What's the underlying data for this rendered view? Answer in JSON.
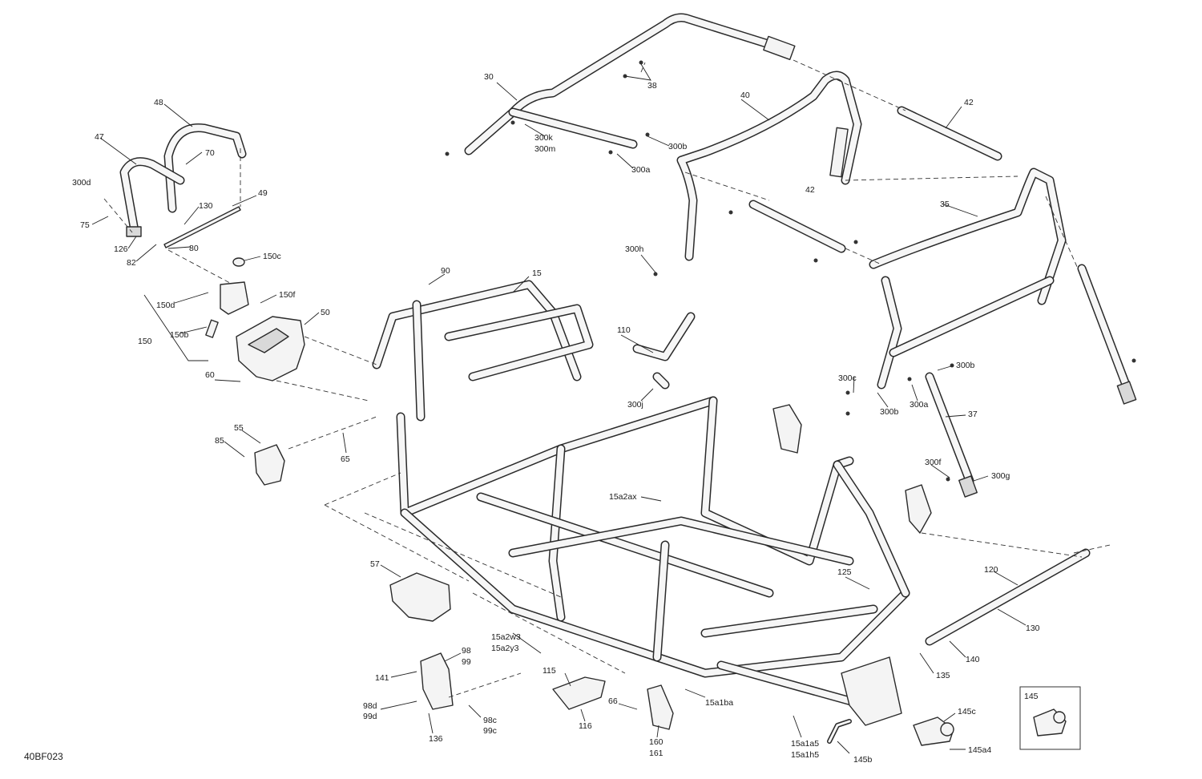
{
  "drawing_code": "40BF023",
  "labels": {
    "l30": "30",
    "l38": "38",
    "l40": "40",
    "l42a": "42",
    "l42b": "42",
    "l35": "35",
    "l300k": "300k",
    "l300m": "300m",
    "l300b_top": "300b",
    "l300a_top": "300a",
    "l300h": "300h",
    "l48": "48",
    "l47": "47",
    "l70": "70",
    "l300d": "300d",
    "l130_left": "130",
    "l49": "49",
    "l75": "75",
    "l126": "126",
    "l82": "82",
    "l80": "80",
    "l150c": "150c",
    "l150f": "150f",
    "l150d": "150d",
    "l150b": "150b",
    "l150": "150",
    "l50": "50",
    "l60": "60",
    "l90": "90",
    "l15": "15",
    "l110": "110",
    "l300j": "300j",
    "l55": "55",
    "l85": "85",
    "l65": "65",
    "l300c": "300c",
    "l300b_r1": "300b",
    "l300b_r2": "300b",
    "l300a_r": "300a",
    "l37": "37",
    "l300f": "300f",
    "l300g": "300g",
    "l15a2ax": "15a2ax",
    "l57": "57",
    "l125": "125",
    "l120": "120",
    "l130_right": "130",
    "l140": "140",
    "l135": "135",
    "l15a2w3": "15a2w3",
    "l15a2y3": "15a2y3",
    "l98": "98",
    "l99": "99",
    "l141": "141",
    "l98d": "98d",
    "l99d": "99d",
    "l98c": "98c",
    "l99c": "99c",
    "l136": "136",
    "l115": "115",
    "l116": "116",
    "l66": "66",
    "l160": "160",
    "l161": "161",
    "l15a1ba": "15a1ba",
    "l15a1a5": "15a1a5",
    "l15a1h5": "15a1h5",
    "l145b": "145b",
    "l145c": "145c",
    "l145a4": "145a4",
    "l145": "145"
  }
}
